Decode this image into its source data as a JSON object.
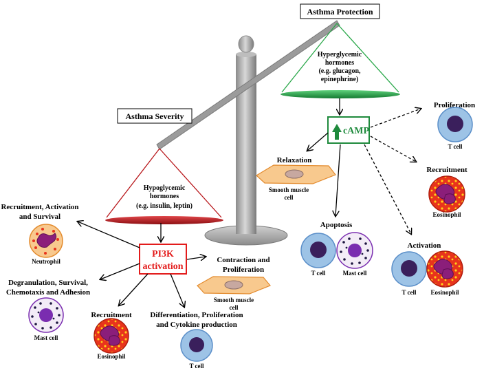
{
  "boxes": {
    "protection": "Asthma Protection",
    "severity": "Asthma Severity",
    "camp": "cAMP",
    "pi3k_line1": "PI3K",
    "pi3k_line2": "activation"
  },
  "pans": {
    "right_l1": "Hyperglycemic",
    "right_l2": "hormones",
    "right_l3": "(e.g. glucagon,",
    "right_l4": "epinephrine)",
    "left_l1": "Hypoglycemic",
    "left_l2": "hormones",
    "left_l3": "(e.g. insulin, leptin)"
  },
  "headings": {
    "proliferation": "Proliferation",
    "relaxation": "Relaxation",
    "recruitment_right": "Recruitment",
    "apoptosis": "Apoptosis",
    "activation": "Activation",
    "recruit_act_surv_l1": "Recruitment, Activation",
    "recruit_act_surv_l2": "and Survival",
    "degran_l1": "Degranulation, Survival,",
    "degran_l2": "Chemotaxis and Adhesion",
    "recruitment_left": "Recruitment",
    "diff_l1": "Differentiation, Proliferation",
    "diff_l2": "and Cytokine production",
    "contraction_l1": "Contraction and",
    "contraction_l2": "Proliferation"
  },
  "labels": {
    "tcell": "T cell",
    "mast": "Mast cell",
    "eosinophil": "Eosinophil",
    "neutrophil": "Neutrophil",
    "smooth_l1": "Smooth muscle",
    "smooth_l2": "cell"
  },
  "colors": {
    "camp_green": "#1e8a3c",
    "pi3k_red": "#e31b1b",
    "right_pan": "#2aa84a",
    "left_pan": "#b8161a",
    "tcell_fill": "#9dc3e6",
    "tcell_nucleus": "#3a1f5c",
    "smooth_fill": "#f8c98e",
    "mast_nucleus": "#7a2db0",
    "eos_fill": "#e8341c"
  }
}
